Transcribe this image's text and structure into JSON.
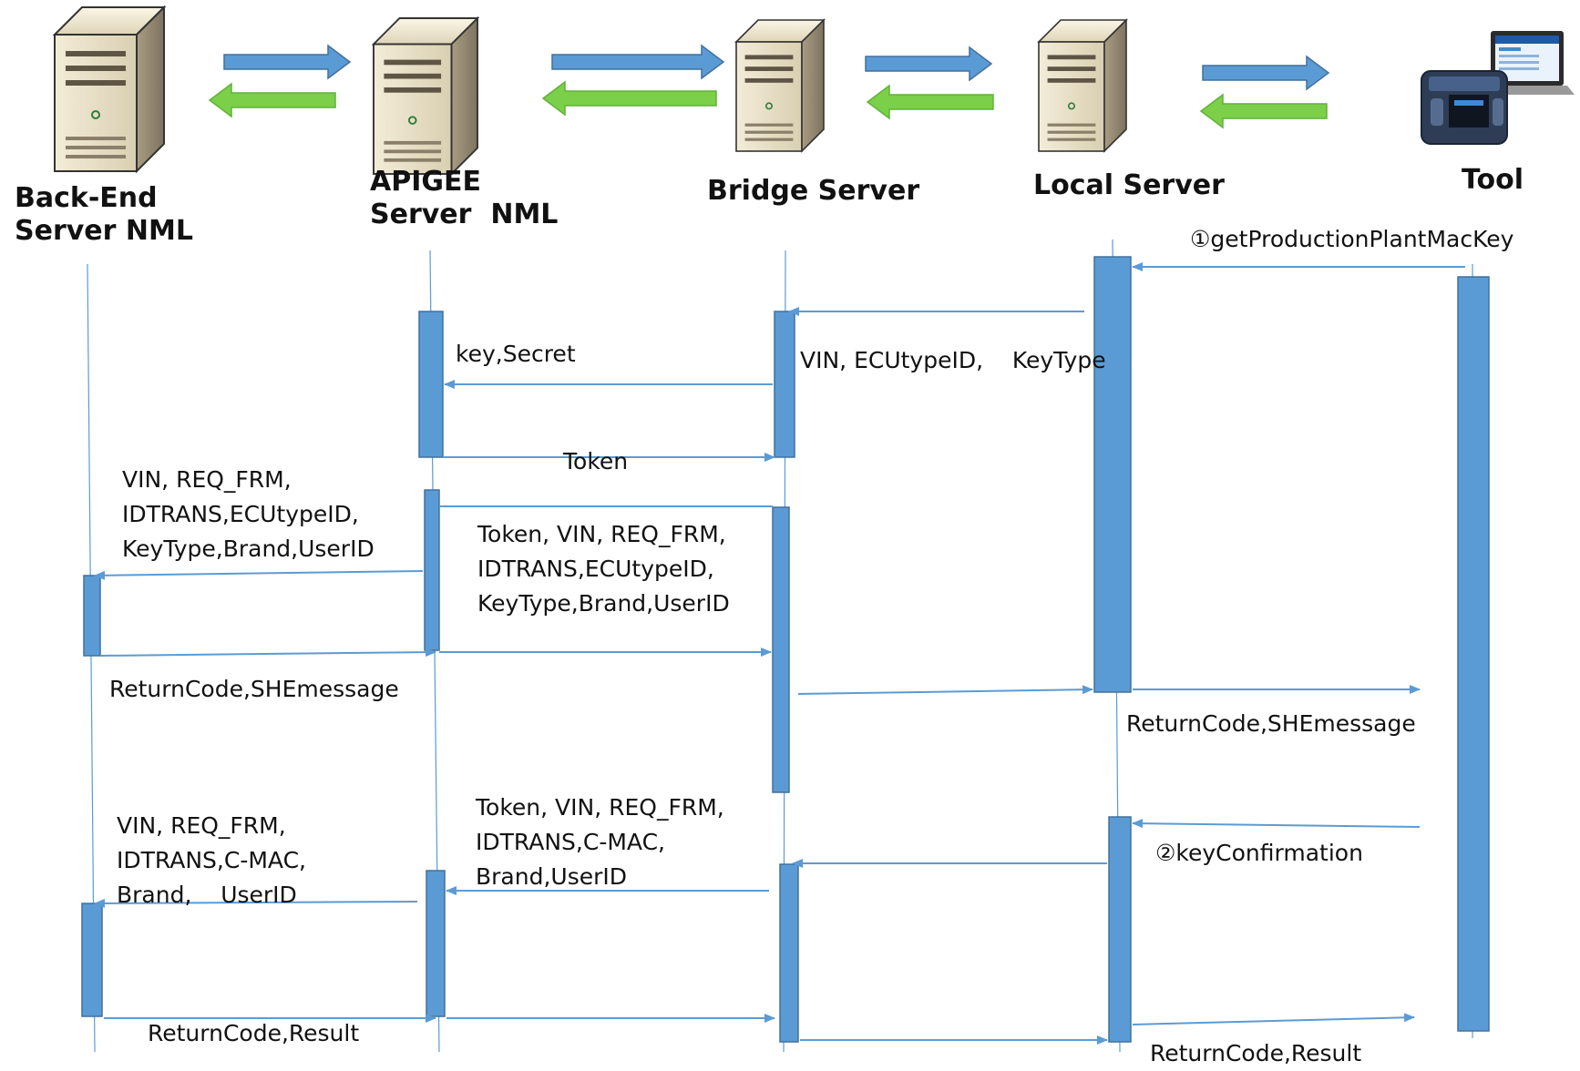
{
  "participants": [
    {
      "name": "Back-End\nServer NML",
      "icon": "server-icon"
    },
    {
      "name": "APIGEE\nServer  NML",
      "icon": "server-icon"
    },
    {
      "name": "Bridge Server",
      "icon": "server-icon"
    },
    {
      "name": "Local Server",
      "icon": "server-icon"
    },
    {
      "name": "Tool",
      "icon": "diagnostic-tool-icon"
    }
  ],
  "messages": {
    "get_key": "①getProductionPlantMacKey",
    "key_secret": "key,Secret",
    "vin_ecu_keytype": "VIN, ECUtypeID,    KeyType",
    "token": "Token",
    "req_to_backend_1": "VIN, REQ_FRM,\nIDTRANS,ECUtypeID,\nKeyType,Brand,UserID",
    "req_to_apigee_1": "Token, VIN, REQ_FRM,\nIDTRANS,ECUtypeID,\nKeyType,Brand,UserID",
    "return_she_left": "ReturnCode,SHEmessage",
    "return_she_right": "ReturnCode,SHEmessage",
    "req_to_apigee_2": "Token, VIN, REQ_FRM,\nIDTRANS,C-MAC,\nBrand,UserID",
    "req_to_backend_2": "VIN, REQ_FRM,\nIDTRANS,C-MAC,\nBrand,    UserID",
    "key_confirmation": "②keyConfirmation",
    "return_result_left": "ReturnCode,Result",
    "return_result_right": "ReturnCode,Result"
  },
  "colors": {
    "lifeline": "#5b9bd5",
    "activation": "#5b9bd5",
    "request_arrow": "#4f81bd",
    "response_arrow": "#7cd049"
  }
}
